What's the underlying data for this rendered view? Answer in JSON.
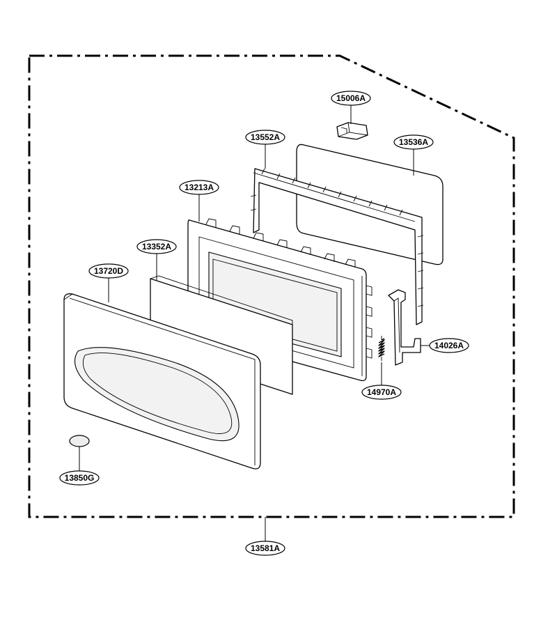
{
  "diagram": {
    "labels": {
      "p15006A": "15006A",
      "p13552A": "13552A",
      "p13536A": "13536A",
      "p13213A": "13213A",
      "p13352A": "13352A",
      "p13720D": "13720D",
      "p14026A": "14026A",
      "p14970A": "14970A",
      "p13850G": "13850G",
      "p13581A": "13581A"
    }
  }
}
